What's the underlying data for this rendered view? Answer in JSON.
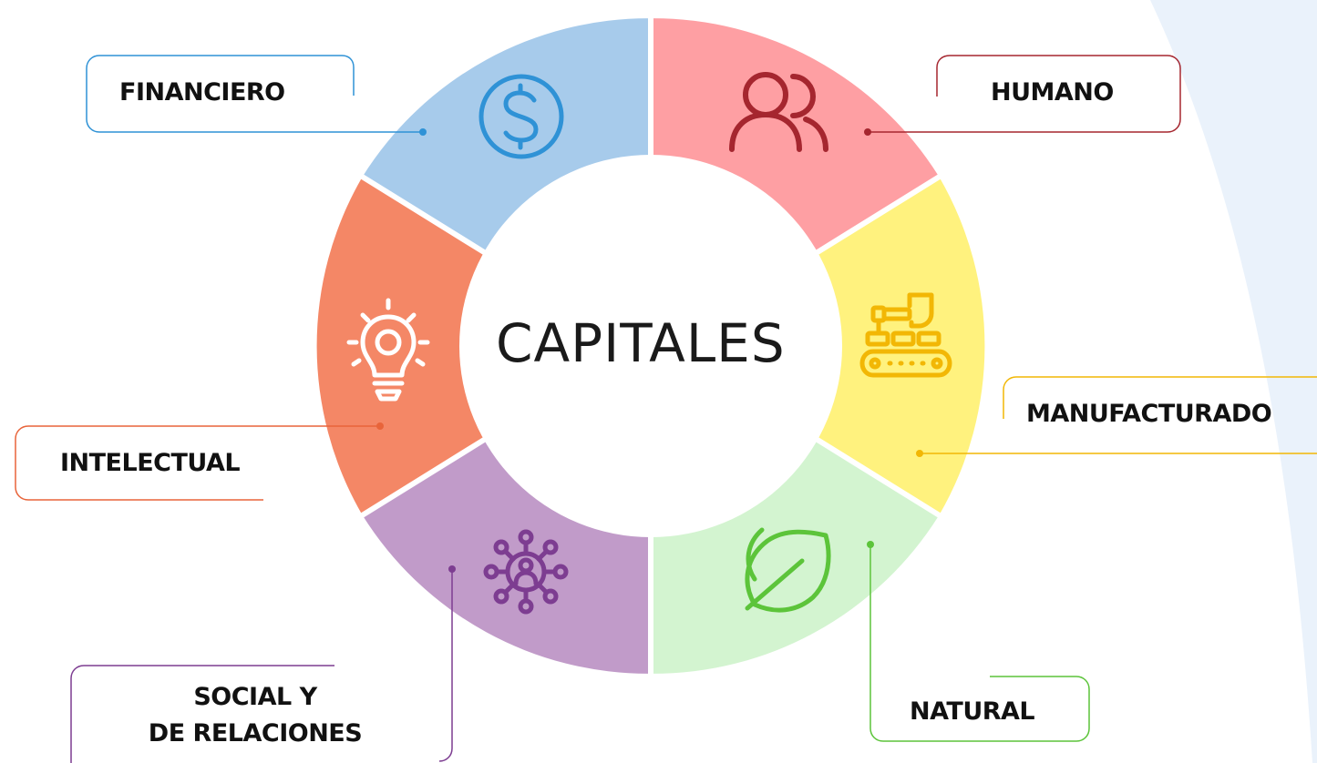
{
  "center": {
    "title": "CAPITALES"
  },
  "capitals": [
    {
      "key": "financiero",
      "lines": [
        "FINANCIERO"
      ],
      "icon": "dollar-coin-icon",
      "fill": "#A7CBEB",
      "accent": "#2F92D6"
    },
    {
      "key": "humano",
      "lines": [
        "HUMANO"
      ],
      "icon": "people-icon",
      "fill": "#FE9FA3",
      "accent": "#A5262F"
    },
    {
      "key": "manufacturado",
      "lines": [
        "MANUFACTURADO"
      ],
      "icon": "robot-arm-conveyor-icon",
      "fill": "#FFF27E",
      "accent": "#F2B705"
    },
    {
      "key": "natural",
      "lines": [
        "NATURAL"
      ],
      "icon": "leaf-icon",
      "fill": "#D3F4D0",
      "accent": "#5CC43A"
    },
    {
      "key": "social",
      "lines": [
        "SOCIAL Y",
        "DE RELACIONES"
      ],
      "icon": "network-person-icon",
      "fill": "#C19BC9",
      "accent": "#7D3D91"
    },
    {
      "key": "intelectual",
      "lines": [
        "INTELECTUAL"
      ],
      "icon": "lightbulb-icon",
      "fill": "#F48766",
      "accent": "#E8643A"
    }
  ],
  "colors": {
    "background": "#FFFFFF",
    "backdrop": "#EAF2FB",
    "divider": "#FFFFFF"
  }
}
